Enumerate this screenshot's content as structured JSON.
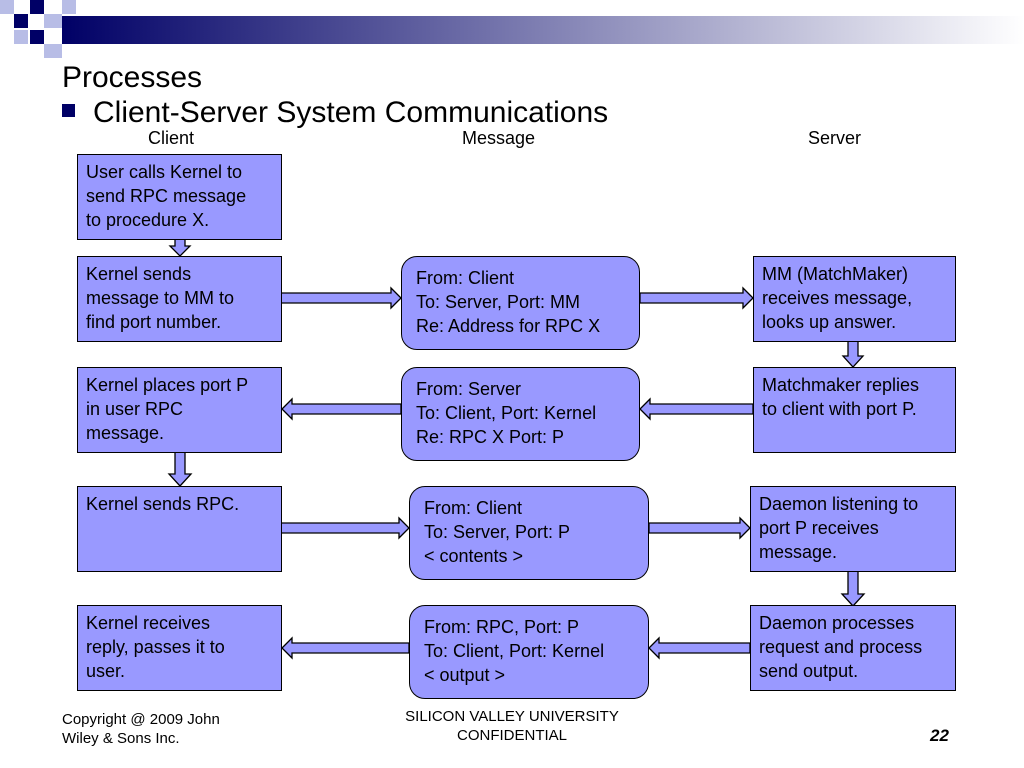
{
  "slide": {
    "title": "Processes",
    "subtitle": "Client-Server System Communications",
    "columns": {
      "client": "Client",
      "message": "Message",
      "server": "Server"
    }
  },
  "boxes": {
    "client1": "User calls Kernel to\nsend RPC message\nto procedure X.",
    "client2": "Kernel sends\nmessage to MM to\nfind port number.",
    "client3": "Kernel places port P\nin user RPC\nmessage.",
    "client4": "Kernel sends RPC.",
    "client5": "Kernel receives\nreply, passes it to\nuser.",
    "msg1": "From: Client\nTo: Server, Port: MM\nRe: Address for RPC X",
    "msg2": "From: Server\nTo: Client,  Port: Kernel\nRe: RPC X Port: P",
    "msg3": "From: Client\nTo: Server, Port: P\n< contents >",
    "msg4": "From: RPC, Port: P\nTo: Client, Port: Kernel\n< output >",
    "server1": "MM (MatchMaker)\nreceives message,\nlooks up answer.",
    "server2": "Matchmaker replies\nto client with port P.",
    "server3": "Daemon listening to\nport P receives\nmessage.",
    "server4": "Daemon processes\nrequest and process\nsend output."
  },
  "footer": {
    "copyright": "Copyright @ 2009 John\nWiley & Sons Inc.",
    "confidential": "SILICON VALLEY UNIVERSITY\nCONFIDENTIAL",
    "page_number": "22"
  },
  "colors": {
    "box_fill": "#9999ff",
    "arrow_fill": "#9999ff",
    "bullet": "#000066",
    "header_dark": "#000066"
  }
}
